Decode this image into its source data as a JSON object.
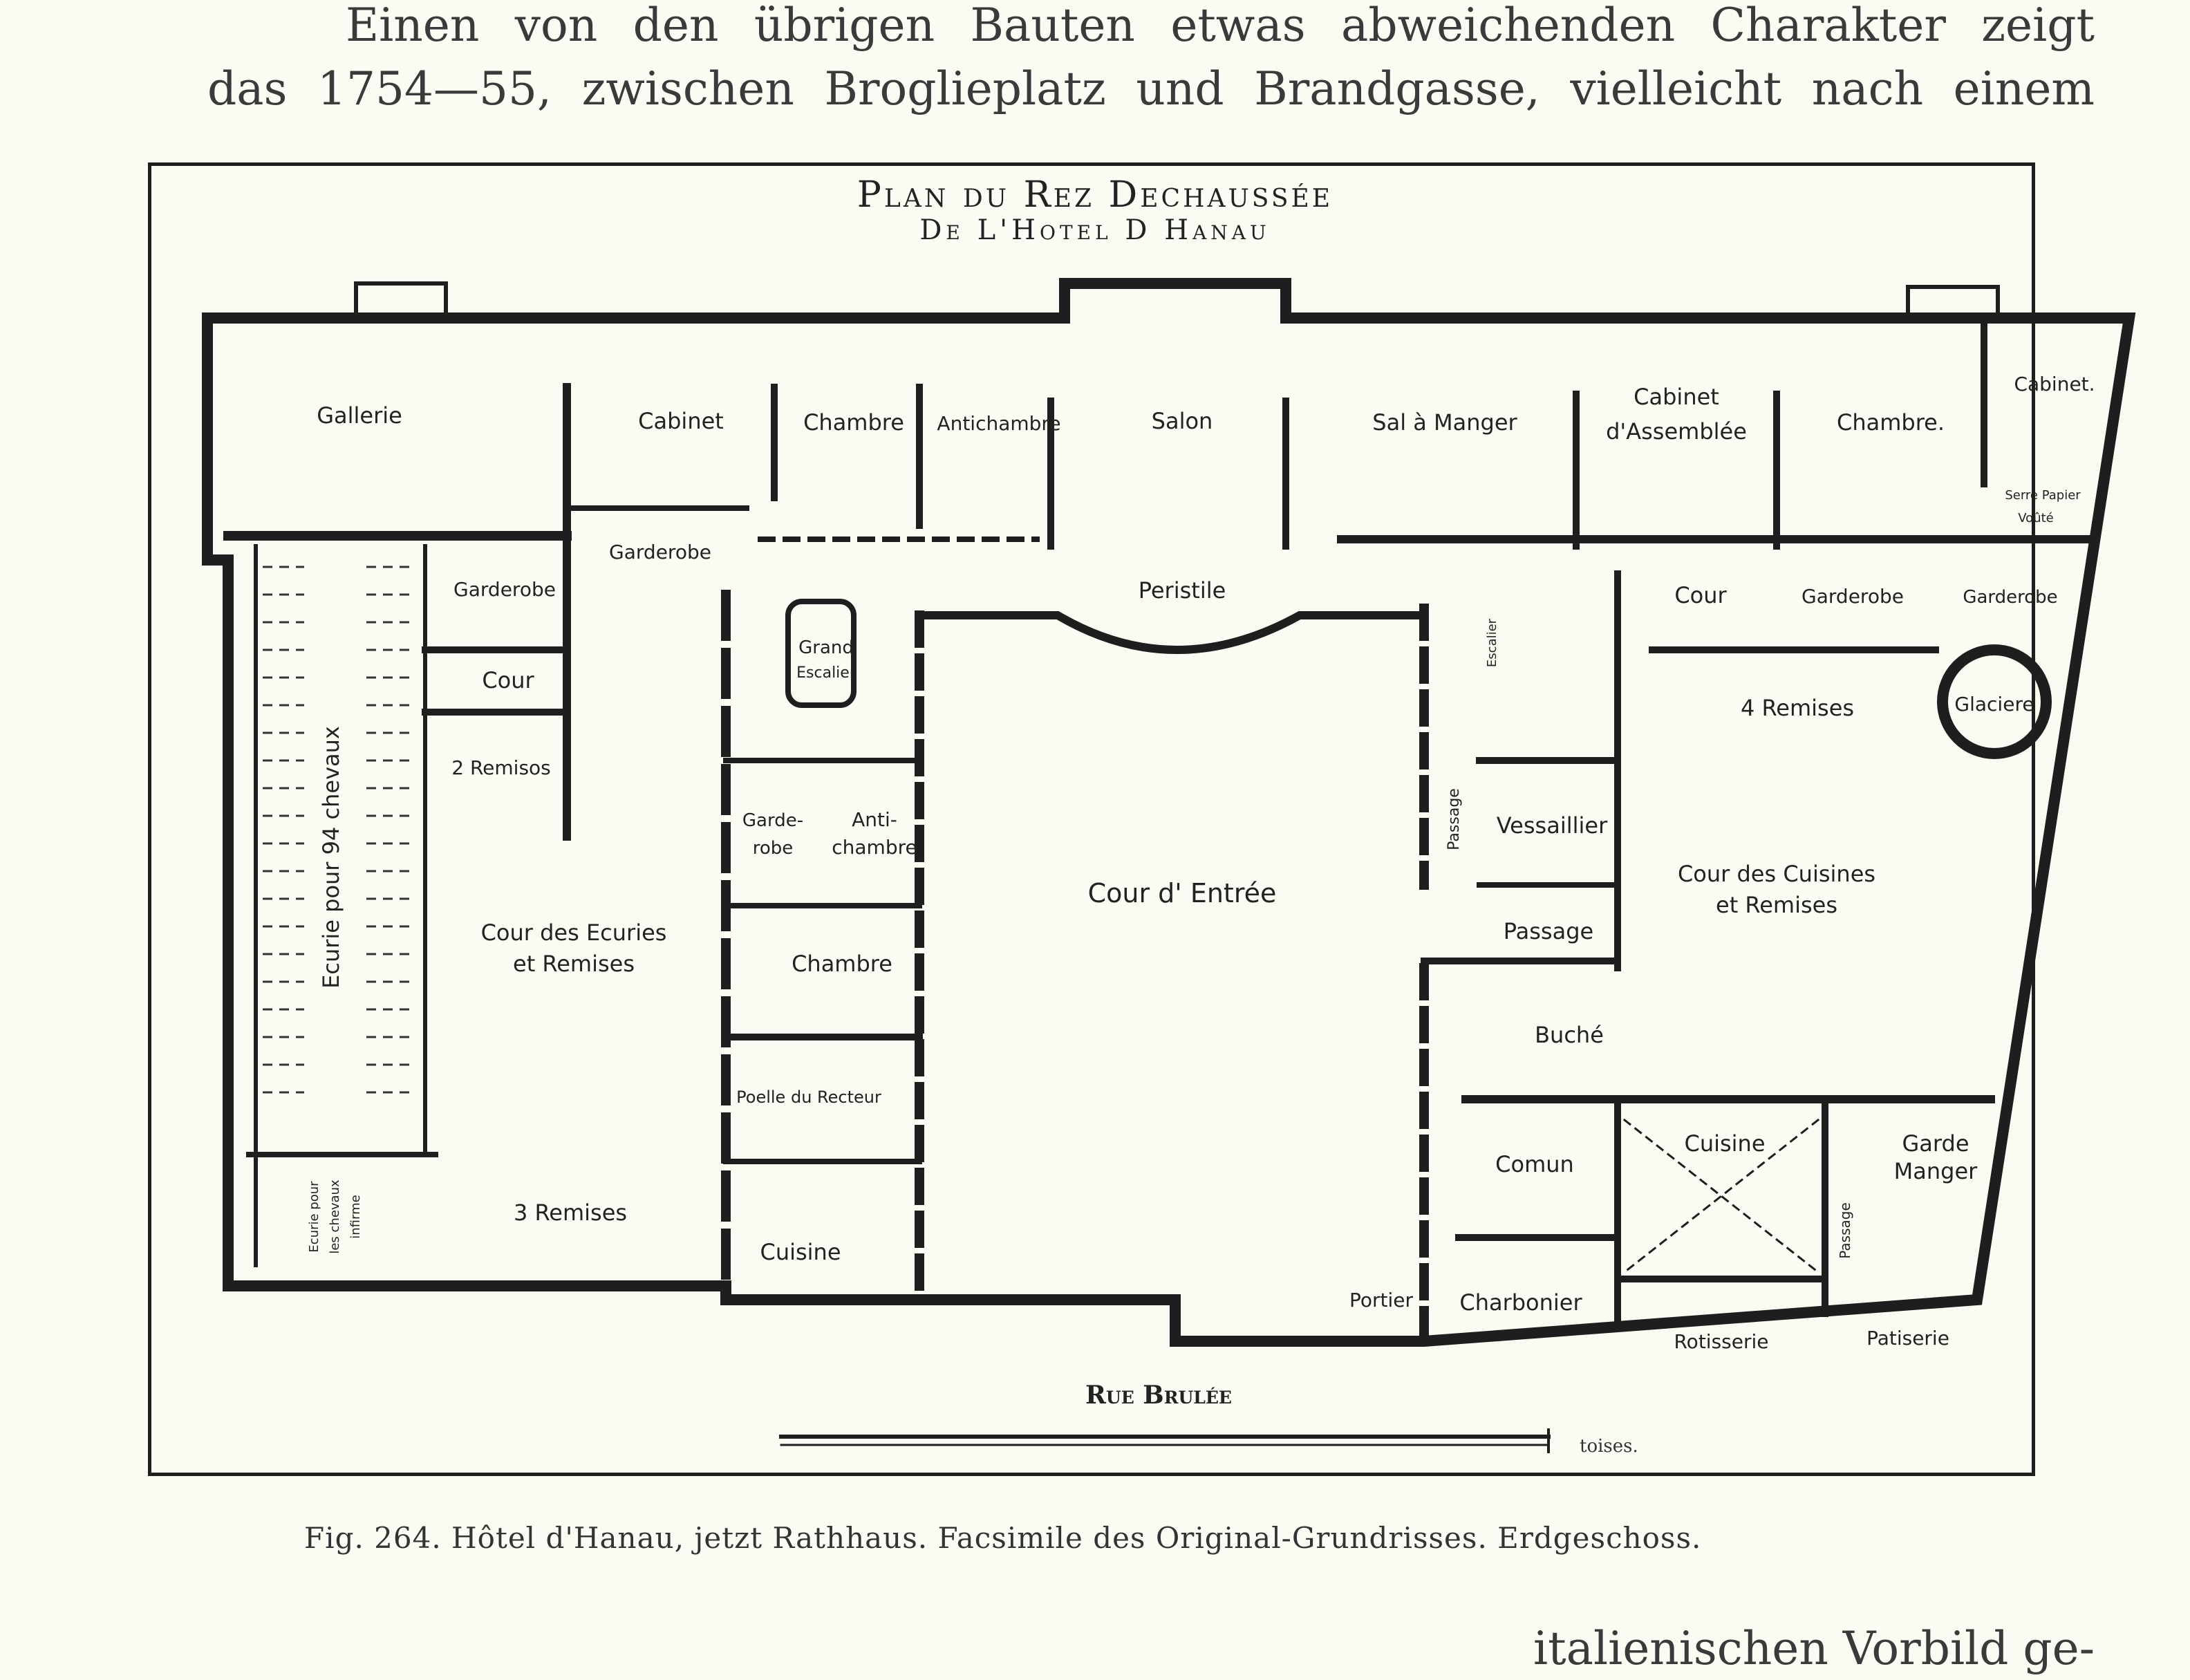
{
  "text_above": {
    "line1": "Einen von den übrigen Bauten etwas abweichenden Charakter zeigt",
    "line2": "das 1754—55, zwischen Broglieplatz und Brandgasse, vielleicht nach einem"
  },
  "plan": {
    "title": "Plan du Rez Dechaussée",
    "subtitle": "De L'Hotel D Hanau",
    "rooms": {
      "gallerie": "Gallerie",
      "cabinet_1": "Cabinet",
      "chambre_1": "Chambre",
      "antichambre_1": "Antichambre",
      "salon": "Salon",
      "sal_a_manger": "Sal à Manger",
      "cabinet_assemblee_1": "Cabinet",
      "cabinet_assemblee_2": "d'Assemblée",
      "chambre_2": "Chambre.",
      "cabinet_2": "Cabinet.",
      "serre_papier_1": "Serre Papier",
      "serre_papier_2": "Voûté",
      "garderobe_1": "Garderobe",
      "garderobe_2": "Garderobe",
      "peristile": "Peristile",
      "grand_escalier_1": "Grand",
      "grand_escalier_2": "Escalier",
      "cour_1": "Cour",
      "cour_2": "Cour",
      "garderobe_3": "Garderobe",
      "garderobe_4": "Garderobe",
      "glaciere": "Glaciere",
      "quatre_remises": "4 Remises",
      "deux_remises": "2 Remisos",
      "ecurie": "Ecurie pour 94 chevaux",
      "cour_ecuries_1": "Cour des Ecuries",
      "cour_ecuries_2": "et Remises",
      "garderobe_5_1": "Garde-",
      "garderobe_5_2": "robe",
      "antichambre_2_1": "Anti-",
      "antichambre_2_2": "chambre",
      "cour_entree": "Cour d' Entrée",
      "passage_1": "Passage",
      "vessaillier": "Vessaillier",
      "passage_2": "Passage",
      "cour_cuisines_1": "Cour des Cuisines",
      "cour_cuisines_2": "et Remises",
      "chambre_3": "Chambre",
      "buche": "Buché",
      "poelle": "Poelle du Recteur",
      "comun": "Comun",
      "cuisine_1": "Cuisine",
      "garde_manger_1": "Garde",
      "garde_manger_2": "Manger",
      "cuisine_2": "Cuisine",
      "trois_remises": "3 Remises",
      "ecurie_infirme_1": "Ecurie pour",
      "ecurie_infirme_2": "les chevaux",
      "ecurie_infirme_3": "infirme",
      "portier": "Portier",
      "charbonier": "Charbonier",
      "rotisserie": "Rotisserie",
      "patisserie": "Patiserie",
      "passage_3": "Passage",
      "escalier": "Escalier"
    },
    "street": "Rue Brulée",
    "scale_unit": "toises."
  },
  "caption": "Fig. 264.  Hôtel d'Hanau, jetzt Rathhaus.  Facsimile des Original-Grundrisses.  Erdgeschoss.",
  "text_below": "italienischen Vorbild ge-",
  "colors": {
    "ink": "#1e1e1e",
    "paper": "#fbfbf3"
  }
}
